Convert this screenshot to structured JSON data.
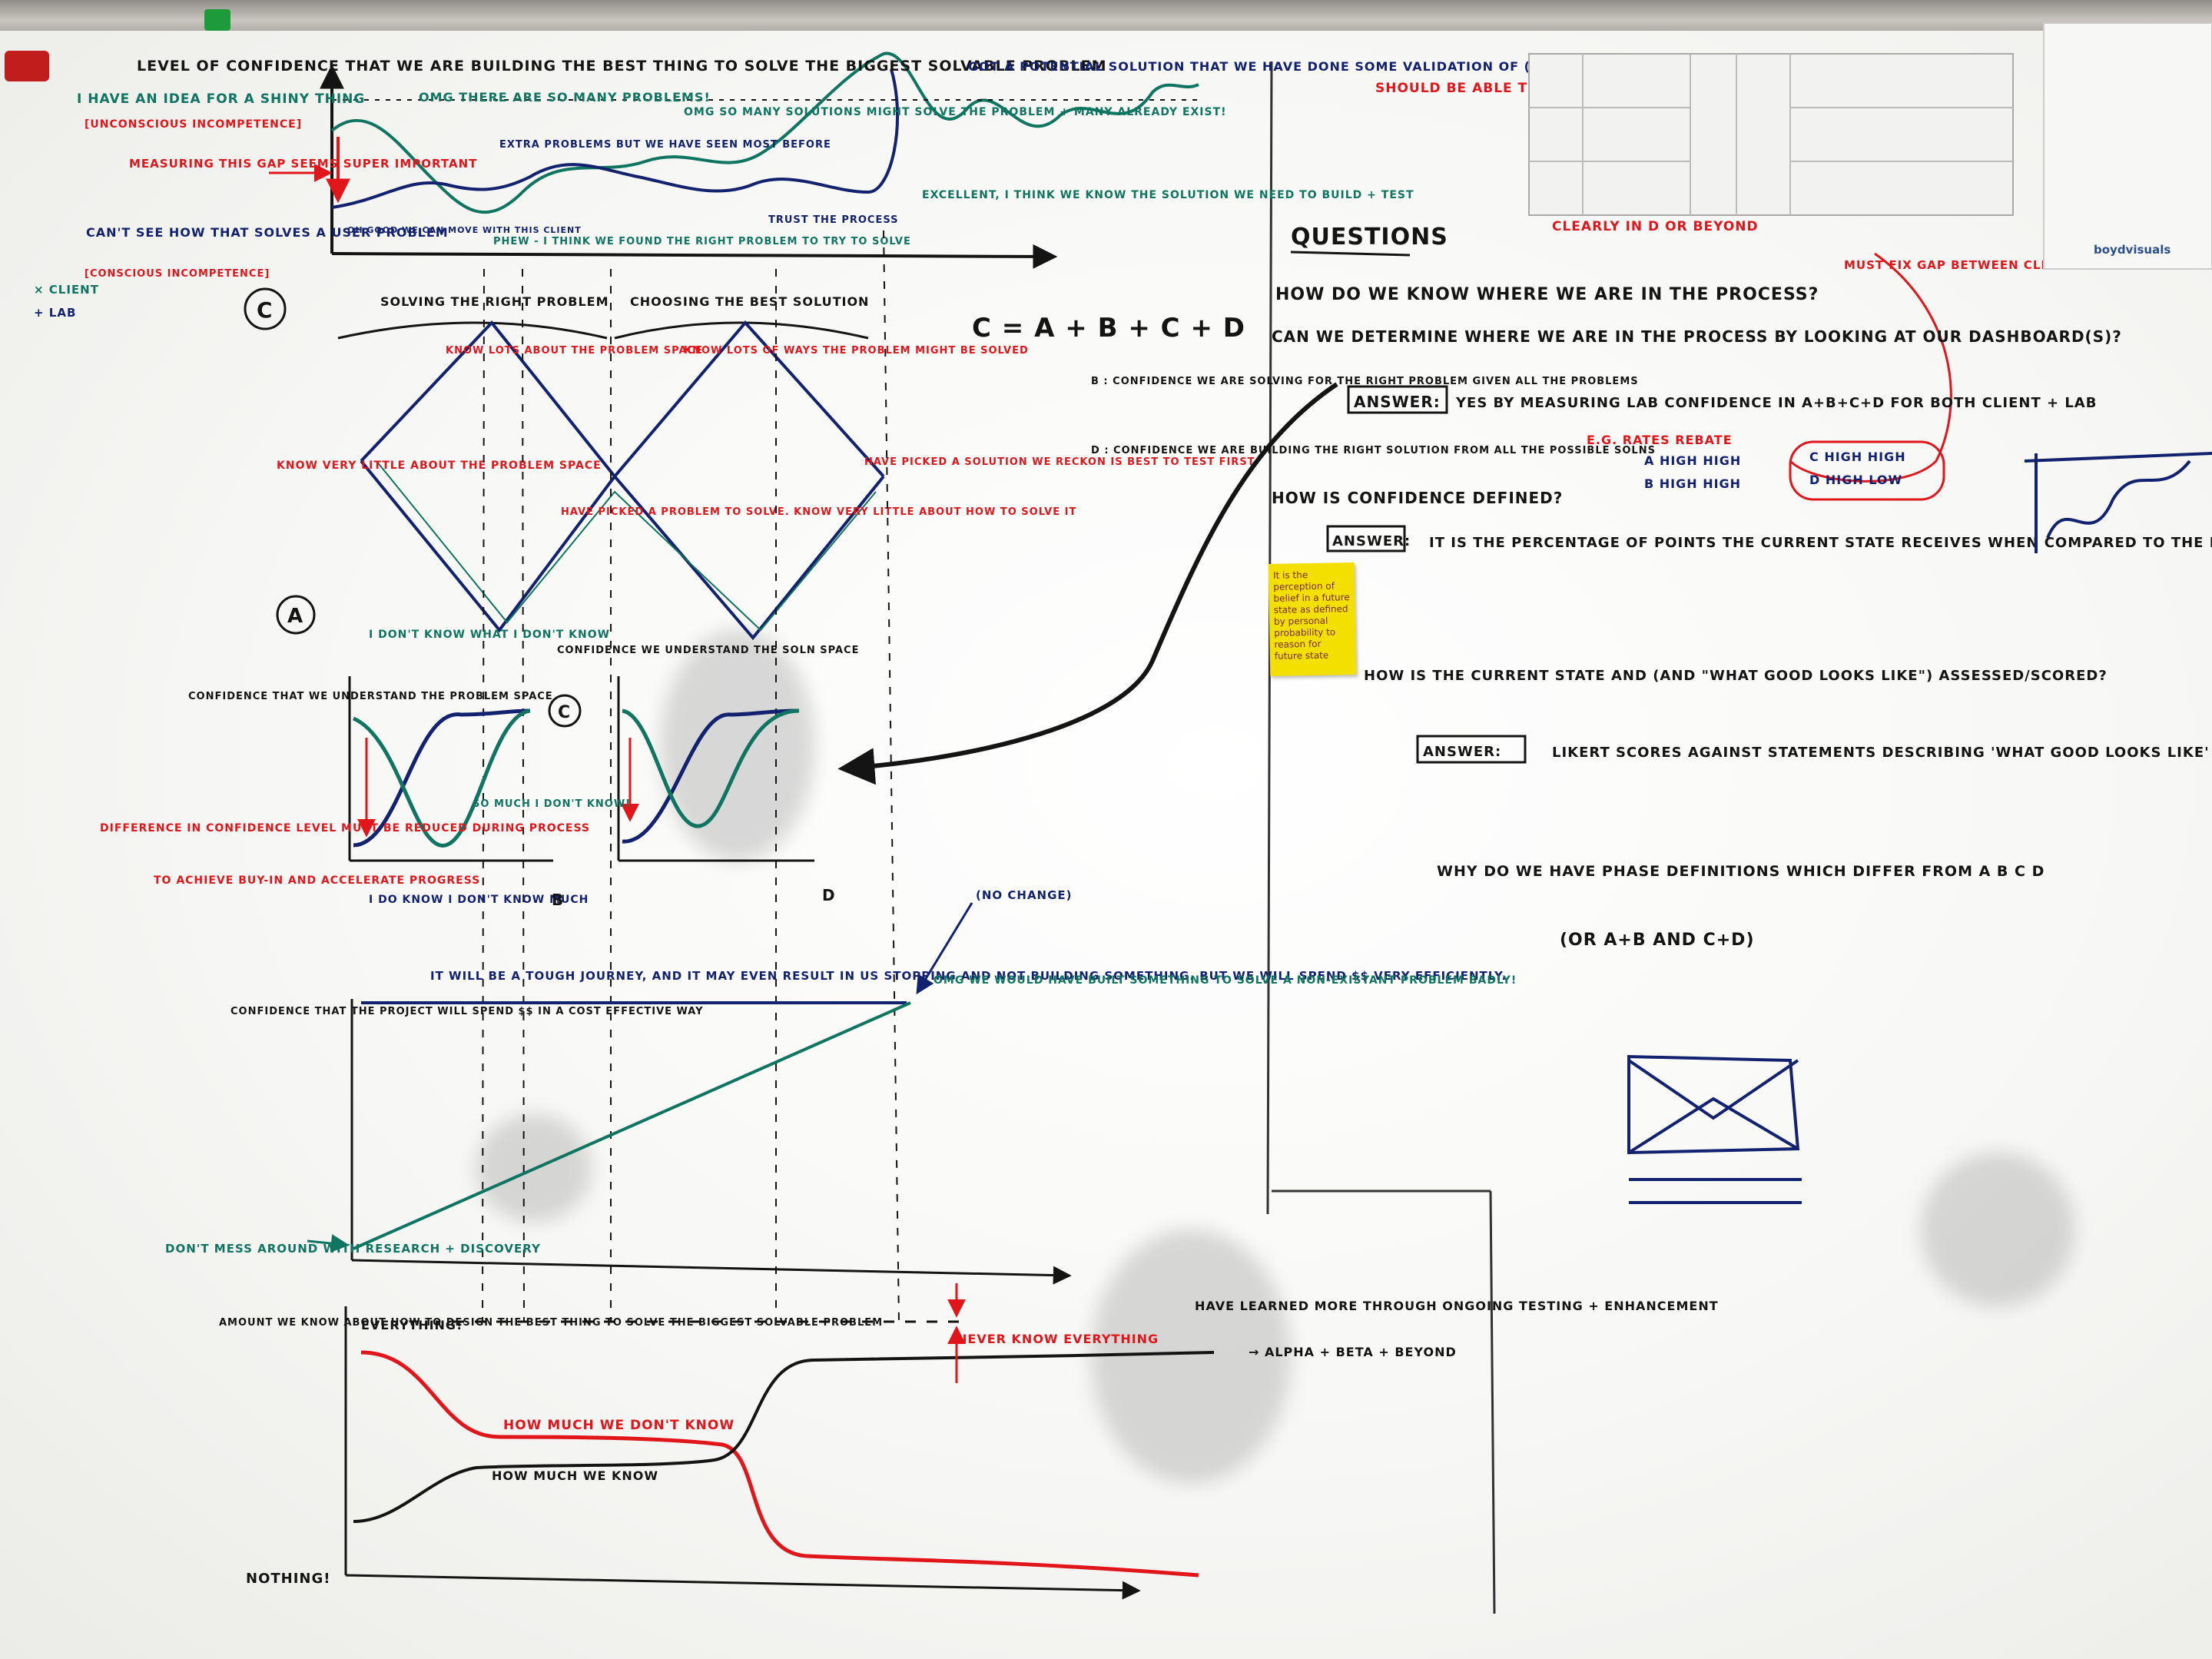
{
  "top_chart": {
    "title": "LEVEL OF CONFIDENCE THAT WE ARE BUILDING THE BEST THING TO SOLVE THE BIGGEST SOLVABLE PROBLEM",
    "note_idea": "I HAVE AN IDEA FOR A SHINY THING",
    "note_unconscious": "[UNCONSCIOUS INCOMPETENCE]",
    "note_omg_problems": "OMG THERE ARE SO MANY PROBLEMS!",
    "note_extra_problems": "EXTRA PROBLEMS BUT WE HAVE SEEN MOST BEFORE",
    "note_omg_solutions": "OMG SO MANY SOLUTIONS MIGHT SOLVE THE PROBLEM + MANY ALREADY EXIST!",
    "note_potential": "GOT A POTENTIAL SOLUTION THAT WE HAVE DONE SOME VALIDATION OF (BUT STILL EARLY DAYS)",
    "note_measuring": "MEASURING THIS GAP SEEMS SUPER IMPORTANT",
    "note_cant_see": "CAN'T SEE HOW THAT SOLVES A USER PROBLEM",
    "note_conscious": "[CONSCIOUS INCOMPETENCE]",
    "note_oh_good": "OH GOOD WE CAN MOVE WITH THIS CLIENT",
    "note_phew": "PHEW - I THINK WE FOUND THE RIGHT PROBLEM TO TRY TO SOLVE",
    "note_trust": "TRUST THE PROCESS",
    "note_excellent": "EXCELLENT, I THINK WE KNOW THE SOLUTION WE NEED TO BUILD + TEST",
    "legend_client": "× CLIENT",
    "legend_lab": "+ LAB"
  },
  "diamond": {
    "label_c": "C",
    "title_left": "SOLVING THE RIGHT PROBLEM",
    "title_right": "CHOOSING THE BEST SOLUTION",
    "know_lots_problem": "KNOW LOTS ABOUT THE PROBLEM SPACE",
    "know_lots_ways": "KNOW LOTS OF WAYS THE PROBLEM MIGHT BE SOLVED",
    "know_little": "KNOW VERY LITTLE ABOUT THE PROBLEM SPACE",
    "picked_problem": "HAVE PICKED A PROBLEM TO SOLVE. KNOW VERY LITTLE ABOUT HOW TO SOLVE IT",
    "picked_solution": "HAVE PICKED A SOLUTION WE RECKON IS BEST TO TEST FIRST"
  },
  "equation": {
    "formula": "C = A + B + C + D",
    "b_def": "B : CONFIDENCE WE ARE SOLVING FOR THE RIGHT PROBLEM GIVEN ALL THE PROBLEMS",
    "d_def": "D : CONFIDENCE WE ARE BUILDING THE RIGHT SOLUTION FROM ALL THE POSSIBLE SOLNS"
  },
  "mid_chart": {
    "label_a": "A",
    "label_c": "C",
    "label_b": "B",
    "label_d": "D",
    "conf_problem": "CONFIDENCE THAT WE UNDERSTAND THE PROBLEM SPACE",
    "conf_soln": "CONFIDENCE WE UNDERSTAND THE SOLN SPACE",
    "dont_know": "I DON'T KNOW WHAT I DON'T KNOW",
    "so_much": "SO MUCH I DON'T KNOW!",
    "do_know": "I DO KNOW I DON'T KNOW MUCH",
    "difference": "DIFFERENCE IN CONFIDENCE LEVEL MUST BE REDUCED DURING PROCESS",
    "achieve": "TO ACHIEVE BUY-IN AND ACCELERATE PROGRESS"
  },
  "cost_chart": {
    "ylabel": "CONFIDENCE THAT THE PROJECT WILL SPEND $$ IN A COST EFFECTIVE WAY",
    "journey": "IT WILL BE A TOUGH JOURNEY, AND IT MAY EVEN RESULT IN US STOPPING AND NOT BUILDING SOMETHING. BUT WE WILL SPEND $$ VERY EFFICIENTLY.",
    "no_change": "(NO CHANGE)",
    "omg_built": "OMG WE WOULD HAVE BUILT SOMETHING TO SOLVE A NON-EXISTANT PROBLEM BADLY!",
    "dont_mess": "DON'T MESS AROUND WITH RESEARCH + DISCOVERY"
  },
  "know_chart": {
    "ylabel": "AMOUNT WE KNOW ABOUT HOW TO DESIGN THE BEST THING TO SOLVE THE BIGGEST SOLVABLE PROBLEM",
    "everything": "EVERYTHING!",
    "nothing": "NOTHING!",
    "dont_know": "HOW MUCH WE DON'T KNOW",
    "we_know": "HOW MUCH WE KNOW",
    "never": "NEVER KNOW EVERYTHING",
    "learned": "HAVE LEARNED MORE THROUGH ONGOING TESTING + ENHANCEMENT",
    "alpha": "→ ALPHA + BETA + BEYOND"
  },
  "right_panel": {
    "should_be": "SHOULD BE ABLE TO (RE)ASSESS THIS AT ANY TIME",
    "clearly": "CLEARLY IN D OR BEYOND",
    "must_fix": "MUST FIX GAP BETWEEN CLIENT + LAB",
    "brand": "boydvisuals",
    "questions_title": "QUESTIONS",
    "q1": "HOW DO WE KNOW WHERE WE ARE IN THE PROCESS?",
    "q2": "CAN WE DETERMINE WHERE WE ARE IN THE PROCESS BY LOOKING AT OUR DASHBOARD(S)?",
    "answer_label": "ANSWER:",
    "a2": "YES BY MEASURING LAB CONFIDENCE IN A+B+C+D FOR BOTH CLIENT + LAB",
    "eg": "E.G. RATES REBATE",
    "eg_a": "A HIGH HIGH",
    "eg_b": "B HIGH HIGH",
    "eg_c": "C HIGH HIGH",
    "eg_d": "D HIGH LOW",
    "q3": "HOW IS CONFIDENCE DEFINED?",
    "a3": "IT IS THE PERCENTAGE OF POINTS THE CURRENT STATE RECEIVES WHEN COMPARED TO THE POINTS RECEIVED BY \"WHAT GOOD LOOKS LIKE\" FOR A GIVEN PHASE",
    "q4": "HOW IS THE CURRENT STATE AND (AND \"WHAT GOOD LOOKS LIKE\") ASSESSED/SCORED?",
    "a4": "LIKERT SCORES AGAINST STATEMENTS DESCRIBING 'WHAT GOOD LOOKS LIKE' ARE SUMMED",
    "q5": "WHY DO WE HAVE PHASE DEFINITIONS WHICH DIFFER FROM A B C D",
    "q5b": "(OR A+B AND C+D)",
    "sticky": "It is the perception of belief in a future state as defined by personal probability to reason for future state"
  },
  "colors": {
    "black": "#141414",
    "navy": "#13226e",
    "red": "#e0161b",
    "green": "#0f7560",
    "sticky": "#f4e000"
  }
}
